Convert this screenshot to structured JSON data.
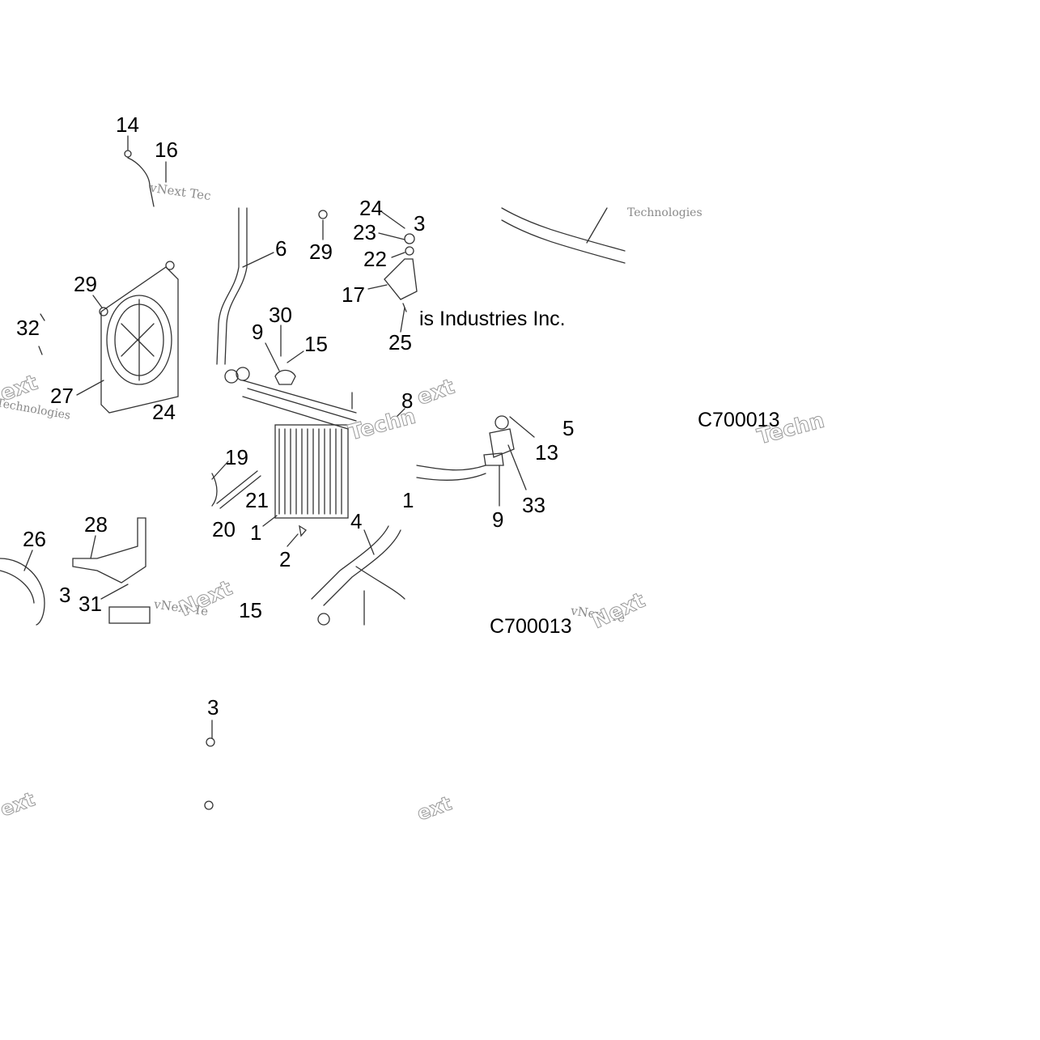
{
  "diagram": {
    "callouts": {
      "c14": "14",
      "c16": "16",
      "c6": "6",
      "c29a": "29",
      "c29b": "29",
      "c24a": "24",
      "c3a": "3",
      "c23": "23",
      "c22": "22",
      "c17": "17",
      "c25": "25",
      "c30": "30",
      "c9a": "9",
      "c15a": "15",
      "c32": "32",
      "c27": "27",
      "c24b": "24",
      "c8": "8",
      "c13": "13",
      "c5": "5",
      "c33": "33",
      "c9b": "9",
      "c19": "19",
      "c21": "21",
      "c20": "20",
      "c1a": "1",
      "c2": "2",
      "c4": "4",
      "c1b": "1",
      "c26": "26",
      "c28": "28",
      "c3b": "3",
      "c31": "31",
      "c15b": "15",
      "c3c": "3"
    },
    "captions": {
      "company": "is Industries Inc.",
      "code_a": "C700013",
      "code_b": "C700013"
    },
    "watermarks": {
      "vnext": "vNext Tec",
      "vnext2": "vNext Te",
      "technologies": "Technologies",
      "techn": "Techn",
      "next": "Next",
      "ext": "ext"
    }
  }
}
